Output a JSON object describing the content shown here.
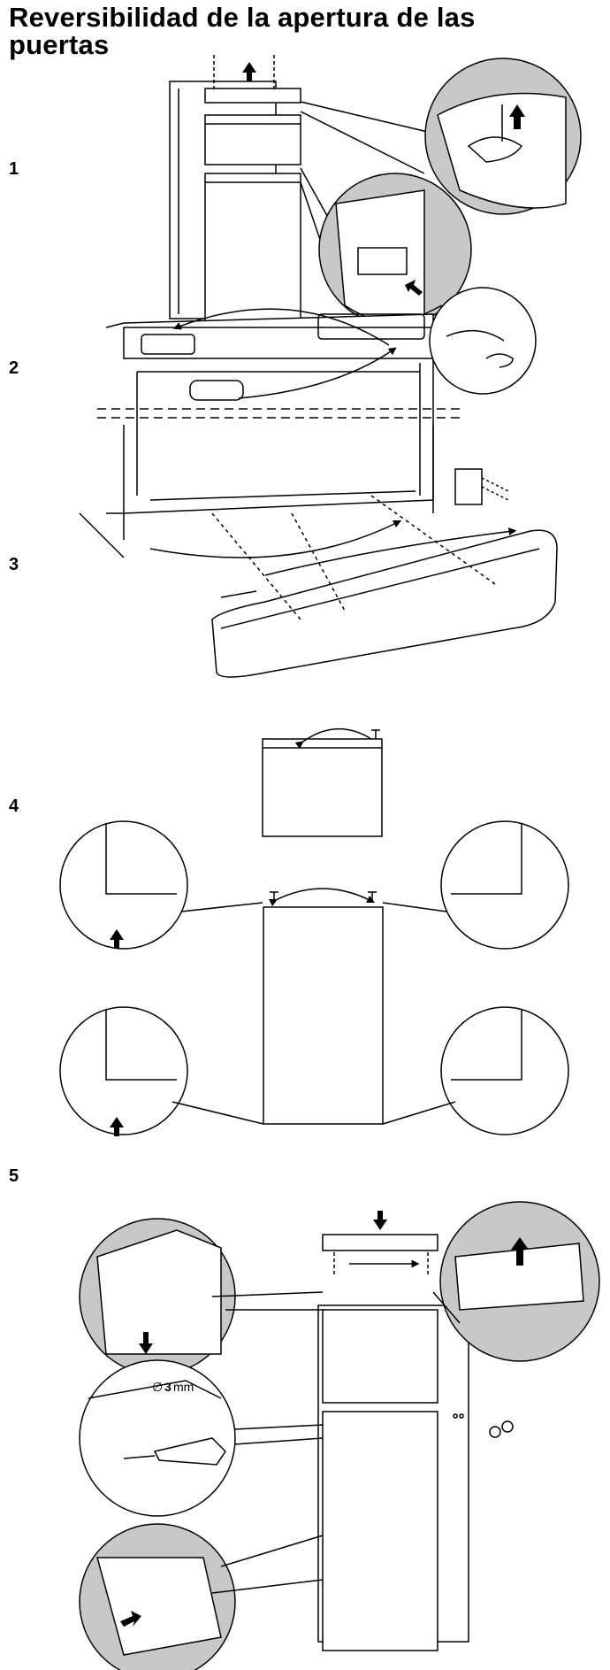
{
  "page": {
    "title": "Reversibilidad de la apertura de las puertas"
  },
  "steps": [
    {
      "number": "1"
    },
    {
      "number": "2"
    },
    {
      "number": "3"
    },
    {
      "number": "4"
    },
    {
      "number": "5"
    }
  ],
  "annotations": {
    "drill_size_symbol": "∅",
    "drill_size_value": "3",
    "drill_size_unit": "mm"
  },
  "colors": {
    "line": "#000000",
    "shade": "#c8c8c8",
    "paper": "#ffffff"
  },
  "icons": [
    "arrow-up-icon",
    "arrow-down-icon",
    "arrow-right-icon",
    "screw-icon",
    "drill-icon",
    "hinge-icon"
  ]
}
